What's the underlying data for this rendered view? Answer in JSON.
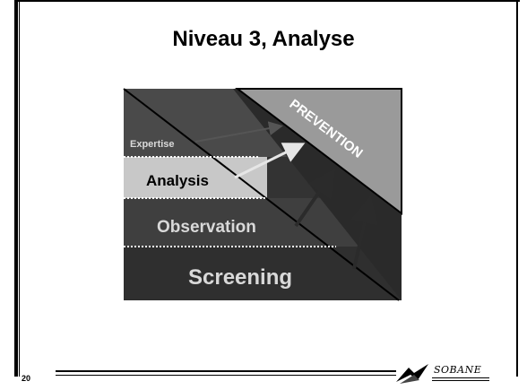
{
  "slide": {
    "title": "Niveau 3, Analyse",
    "page_number": "20",
    "logo_text": "SOBANE"
  },
  "diagram": {
    "levels": [
      {
        "label": "Screening",
        "color": "#3a3a3a",
        "text_color": "#d9d9d9"
      },
      {
        "label": "Observation",
        "color": "#4a4a4a",
        "text_color": "#d9d9d9"
      },
      {
        "label": "Analysis",
        "color": "#c8c8c8",
        "text_color": "#000000"
      },
      {
        "label": "Expertise",
        "color": "#555555",
        "text_color": "#d9d9d9"
      }
    ],
    "target_label": "PREVENTION",
    "target_color": "#9a9a9a"
  }
}
